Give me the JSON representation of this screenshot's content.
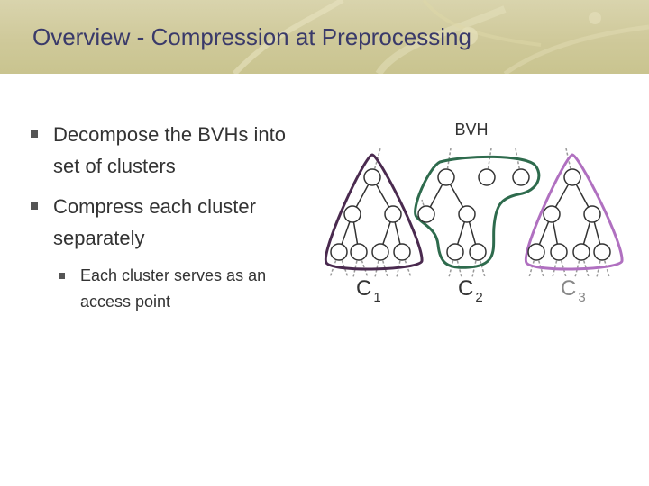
{
  "slide": {
    "title": "Overview - Compression at Preprocessing"
  },
  "bullets": [
    {
      "text": "Decompose the BVHs into set of clusters",
      "sub": []
    },
    {
      "text": "Compress each cluster separately",
      "sub": [
        {
          "text": "Each cluster serves as an access point"
        }
      ]
    }
  ],
  "diagram": {
    "label": "BVH",
    "clusters": [
      {
        "base": "C",
        "sub": "1",
        "color": "#4a2a4f"
      },
      {
        "base": "C",
        "sub": "2",
        "color": "#2e6b4d"
      },
      {
        "base": "C",
        "sub": "3",
        "color": "#b070c0"
      }
    ],
    "node_stroke": "#333333",
    "dashed_edge_color": "#999999"
  }
}
